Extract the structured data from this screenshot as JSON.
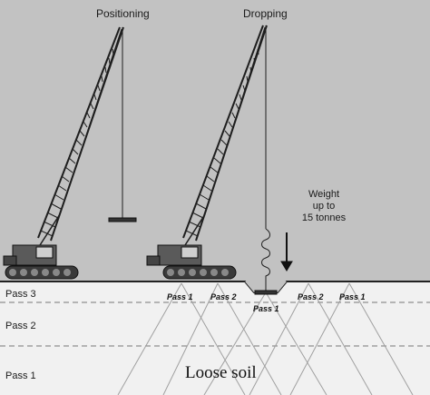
{
  "labels": {
    "positioning": "Positioning",
    "dropping": "Dropping",
    "weight_line1": "Weight",
    "weight_line2": "up to",
    "weight_line3": "15 tonnes",
    "soil": "Loose soil"
  },
  "layers": [
    "Pass 3",
    "Pass 2",
    "Pass 1"
  ],
  "pass_tags": [
    "Pass 1",
    "Pass 2",
    "Pass 1",
    "Pass 2",
    "Pass 1"
  ],
  "colors": {
    "sky": "#bdbdbd",
    "ground": "#f0f0f0",
    "crane": "#2a2a2a",
    "lines": "#9a9a9a"
  }
}
